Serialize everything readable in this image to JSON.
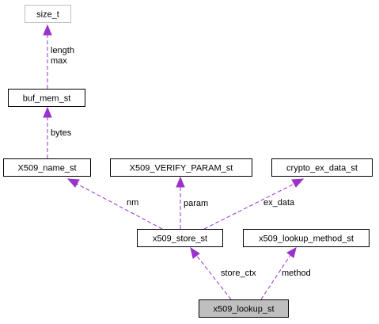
{
  "nodes": {
    "size_t": "size_t",
    "buf_mem_st": "buf_mem_st",
    "x509_name_st": "X509_name_st",
    "x509_verify_param_st": "X509_VERIFY_PARAM_st",
    "crypto_ex_data_st": "crypto_ex_data_st",
    "x509_store_st": "x509_store_st",
    "x509_lookup_method_st": "x509_lookup_method_st",
    "x509_lookup_st": "x509_lookup_st"
  },
  "edges": {
    "length": "length",
    "max": "max",
    "bytes": "bytes",
    "nm": "nm",
    "param": "param",
    "ex_data": "ex_data",
    "store_ctx": "store_ctx",
    "method": "method"
  },
  "colors": {
    "edge": "#9a32cd",
    "focus_fill": "#bfbfbf",
    "dim_border": "#bfbfbf"
  }
}
